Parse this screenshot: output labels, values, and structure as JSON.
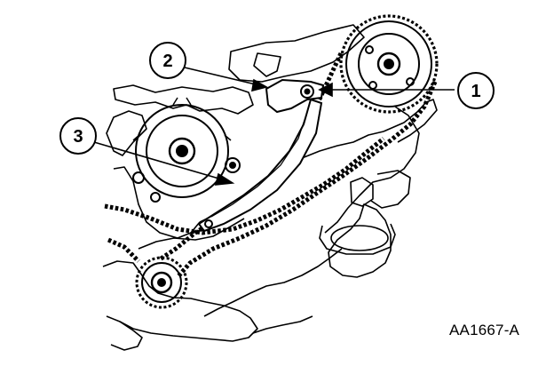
{
  "figure": {
    "id": "AA1667-A",
    "colors": {
      "ink": "#000000",
      "paper": "#ffffff"
    }
  },
  "callouts": [
    {
      "number": "1"
    },
    {
      "number": "2"
    },
    {
      "number": "3"
    }
  ]
}
